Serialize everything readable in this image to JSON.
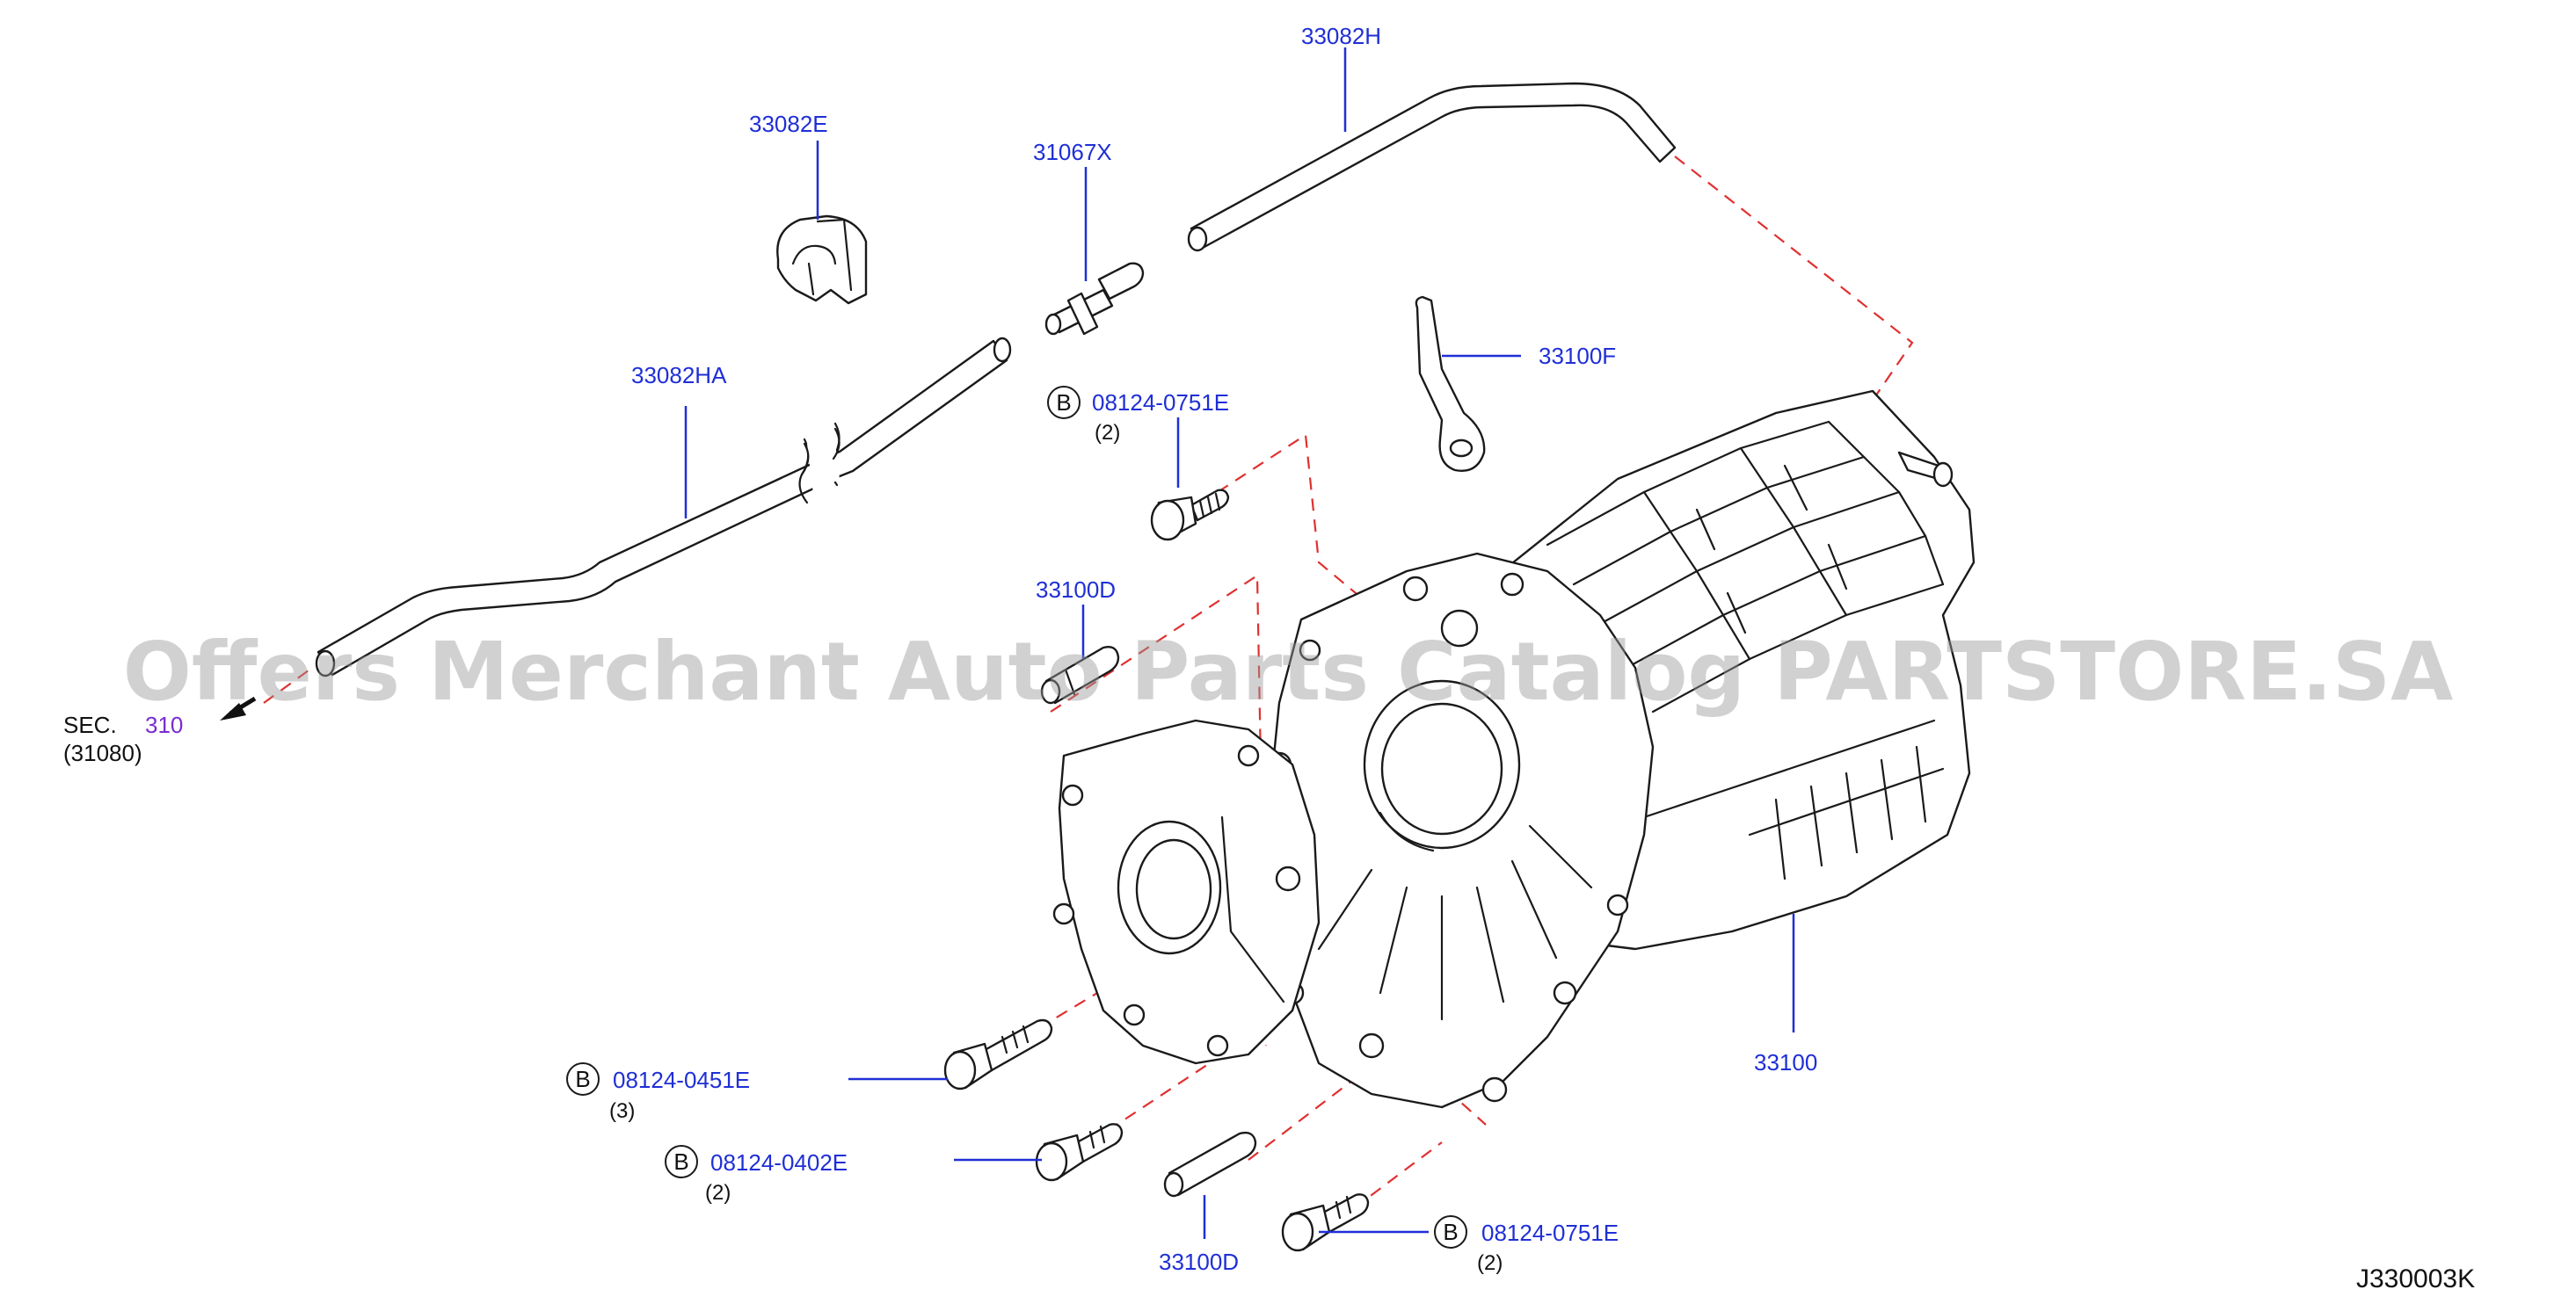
{
  "callouts": {
    "p33082H": "33082H",
    "p33082E": "33082E",
    "p31067X": "31067X",
    "p33100F": "33100F",
    "p33082HA": "33082HA",
    "p33100D_top": "33100D",
    "p33100": "33100",
    "p33100D_bottom": "33100D"
  },
  "bolts": [
    {
      "marker": "B",
      "number": "08124-0751E",
      "qty": "(2)"
    },
    {
      "marker": "B",
      "number": "08124-0451E",
      "qty": "(3)"
    },
    {
      "marker": "B",
      "number": "08124-0402E",
      "qty": "(2)"
    },
    {
      "marker": "B",
      "number": "08124-0751E",
      "qty": "(2)"
    }
  ],
  "section_ref": {
    "prefix": "SEC.",
    "code": "310",
    "sub": "(31080)"
  },
  "diagram_code": "J330003K",
  "watermark": "Offers Merchant Auto Parts Catalog PARTSTORE.SA",
  "colors": {
    "label": "#1f2fd6",
    "dash": "#e03030",
    "section_code": "#7a2bd0"
  }
}
